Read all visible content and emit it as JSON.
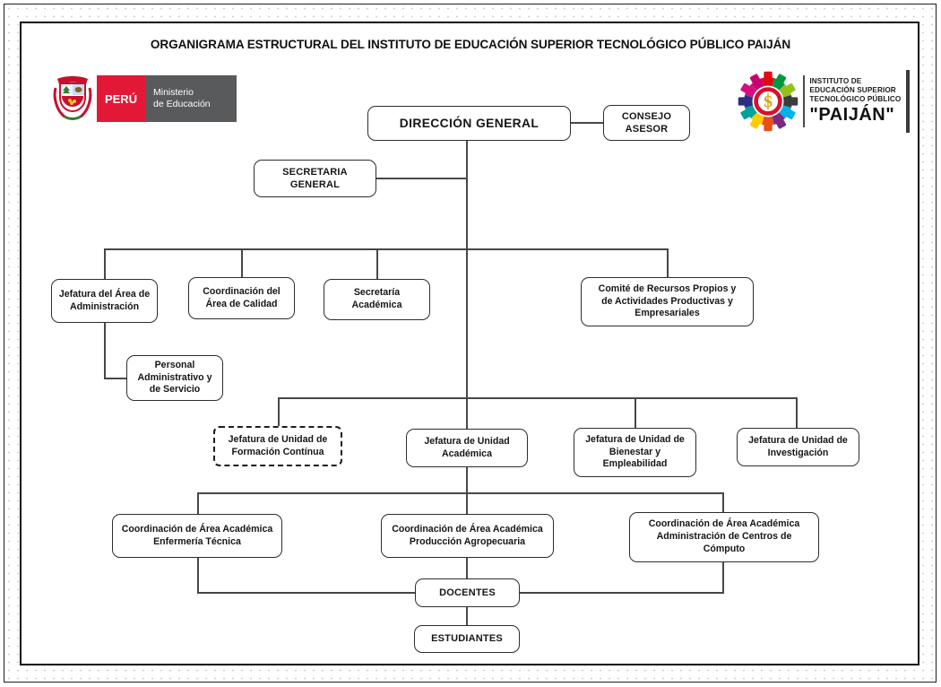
{
  "page": {
    "title": "ORGANIGRAMA ESTRUCTURAL DEL INSTITUTO DE EDUCACIÓN SUPERIOR TECNOLÓGICO PÚBLICO PAIJÁN"
  },
  "logos": {
    "minedu": {
      "country": "PERÚ",
      "ministry": "Ministerio\nde Educación",
      "flag_red": "#e31837",
      "panel_gray": "#595a5c"
    },
    "institute": {
      "line1": "INSTITUTO DE",
      "line2": "EDUCACIÓN SUPERIOR",
      "line3": "TECNOLÓGICO PÚBLICO",
      "name": "\"PAIJÁN\"",
      "gear_colors": [
        "#e30613",
        "#009640",
        "#95c11f",
        "#3c3c3b",
        "#00b1eb",
        "#7b2982",
        "#e94e1b",
        "#ffcc00",
        "#00a19b",
        "#2d2e83",
        "#d40f7d",
        "#c9006b"
      ],
      "ring_color": "#d5112c",
      "symbol_color": "#d9a520"
    }
  },
  "org": {
    "nodes": {
      "direccion_general": {
        "label": "DIRECCIÓN GENERAL"
      },
      "consejo_asesor": {
        "label": "CONSEJO\nASESOR"
      },
      "secretaria_general": {
        "label": "SECRETARIA\nGENERAL"
      },
      "jefatura_administracion": {
        "label": "Jefatura del Área de\nAdministración"
      },
      "coordinacion_calidad": {
        "label": "Coordinación del\nÁrea de Calidad"
      },
      "secretaria_academica": {
        "label": "Secretaría\nAcadémica"
      },
      "comite_recursos": {
        "label": "Comité de Recursos Propios y\nde Actividades Productivas y\nEmpresariales"
      },
      "personal_administrativo": {
        "label": "Personal\nAdministrativo y\nde Servicio"
      },
      "unidad_formacion_continua": {
        "label": "Jefatura de Unidad de\nFormación Contínua",
        "border_style": "dashed"
      },
      "unidad_academica": {
        "label": "Jefatura de Unidad\nAcadémica"
      },
      "unidad_bienestar": {
        "label": "Jefatura de Unidad de\nBienestar y\nEmpleabilidad"
      },
      "unidad_investigacion": {
        "label": "Jefatura de Unidad de\nInvestigación"
      },
      "area_enfermeria": {
        "label": "Coordinación de Área Académica\nEnfermería Técnica"
      },
      "area_agropecuaria": {
        "label": "Coordinación de Área Académica\nProducción Agropecuaria"
      },
      "area_computo": {
        "label": "Coordinación de Área Académica\nAdministración de Centros de\nCómputo"
      },
      "docentes": {
        "label": "DOCENTES"
      },
      "estudiantes": {
        "label": "ESTUDIANTES"
      }
    }
  }
}
